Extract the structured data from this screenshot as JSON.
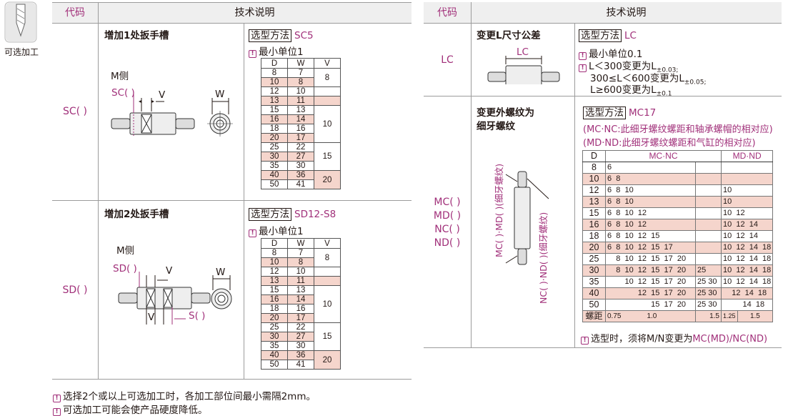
{
  "sidebar": {
    "label": "可选加工"
  },
  "left_table": {
    "header": {
      "code": "代码",
      "description": "技术说明"
    },
    "rows": [
      {
        "code": "SC( )",
        "title": "增加1处扳手槽",
        "m_side": "M侧",
        "dim_main": "SC( )",
        "dim_v": "V",
        "dim_w": "W",
        "method_label": "选型方法",
        "method_code": "SC5",
        "min_unit": "最小单位1",
        "table": {
          "headers": [
            "D",
            "W",
            "V"
          ],
          "rows": [
            [
              "8",
              "7"
            ],
            [
              "10",
              "8"
            ],
            [
              "12",
              "10"
            ],
            [
              "13",
              "11"
            ],
            [
              "15",
              "13"
            ],
            [
              "16",
              "14"
            ],
            [
              "18",
              "16"
            ],
            [
              "20",
              "17"
            ],
            [
              "25",
              "22"
            ],
            [
              "30",
              "27"
            ],
            [
              "35",
              "30"
            ],
            [
              "40",
              "36"
            ],
            [
              "50",
              "41"
            ]
          ],
          "v_groups": [
            {
              "value": "8"
            },
            {
              "value": ""
            },
            {
              "value": ""
            },
            {
              "value": "10"
            },
            {
              "value": ""
            },
            {
              "value": "15"
            },
            {
              "value": "20"
            }
          ]
        }
      },
      {
        "code": "SD( )",
        "title": "增加2处扳手槽",
        "m_side": "M侧",
        "dim_main": "SD( )",
        "dim_v": "V",
        "dim_w": "W",
        "dim_v2": "V",
        "dim_s": "S( )",
        "method_label": "选型方法",
        "method_code": "SD12-S8",
        "min_unit": "最小单位1"
      }
    ],
    "footnotes": [
      "选择2个或以上可选加工时，各加工部位间最小需隔2mm。",
      "可选加工可能会使产品硬度降低。"
    ]
  },
  "right_table": {
    "header": {
      "code": "代码",
      "description": "技术说明"
    },
    "lc": {
      "code": "LC",
      "title": "变更L尺寸公差",
      "dim": "LC",
      "method_label": "选型方法",
      "method_code": "LC",
      "notes": [
        "最小单位0.1",
        "L＜300变更为L",
        "300≤L＜600变更为L",
        "L≥600变更为L"
      ],
      "tol": [
        "±0.03;",
        "±0.05;",
        "±0.1"
      ]
    },
    "mc": {
      "codes": [
        "MC( )",
        "MD( )",
        "NC( )",
        "ND( )"
      ],
      "title_1": "变更外螺纹为",
      "title_2": "细牙螺纹",
      "method_label": "选型方法",
      "method_code": "MC17",
      "desc_1": "(MC·NC:此细牙螺纹螺距和轴承螺帽的相对应)",
      "desc_2": "(MD·ND:此细牙螺纹螺距和气缸的相对应)",
      "vertical_left": "MC( )·MD( )(细牙螺纹)",
      "vertical_right": "NC( )·ND( )(细牙螺纹)",
      "table": {
        "h_d": "D",
        "h_mc": "MC·NC",
        "h_md": "MD·ND",
        "rows": [
          {
            "d": "8",
            "mc": "6",
            "mcx": "",
            "md": "",
            "mdx": ""
          },
          {
            "d": "10",
            "mc": "6  8",
            "mcx": "",
            "md": "",
            "mdx": ""
          },
          {
            "d": "12",
            "mc": "6  8  10",
            "mcx": "",
            "md": "10",
            "mdx": ""
          },
          {
            "d": "13",
            "mc": "6  8  10",
            "mcx": "",
            "md": "10",
            "mdx": ""
          },
          {
            "d": "15",
            "mc": "6  8  10  12",
            "mcx": "",
            "md": "10  12",
            "mdx": ""
          },
          {
            "d": "16",
            "mc": "6  8  10  12",
            "mcx": "",
            "md": "10  12  14",
            "mdx": ""
          },
          {
            "d": "18",
            "mc": "6  8  10  12  15",
            "mcx": "",
            "md": "10  12  14",
            "mdx": ""
          },
          {
            "d": "20",
            "mc": "6  8  10  12  15  17",
            "mcx": "",
            "md": "10  12  14  18",
            "mdx": ""
          },
          {
            "d": "25",
            "mc": "    8  10  12  15  17  20",
            "mcx": "",
            "md": "10  12  14  18",
            "mdx": ""
          },
          {
            "d": "30",
            "mc": "    8  10  12  15  17  20",
            "mcx": "25",
            "md": "10  12  14  18",
            "mdx": ""
          },
          {
            "d": "35",
            "mc": "        10  12  15  17  20",
            "mcx": "25  30",
            "md": "10  12  14  18",
            "mdx": ""
          },
          {
            "d": "40",
            "mc": "              12  15  17  20",
            "mcx": "25  30",
            "md": "    12  14  18",
            "mdx": ""
          },
          {
            "d": "50",
            "mc": "                    15  17  20",
            "mcx": "25  30",
            "md": "         14  18",
            "mdx": ""
          }
        ],
        "pitch_label": "螺距",
        "pitch": [
          "0.75",
          "1.0",
          "1.5",
          "1.25",
          "1.5"
        ]
      },
      "note": "选型时，须将M/N变更为",
      "note_code": "MC(MD)/NC(ND)"
    }
  }
}
